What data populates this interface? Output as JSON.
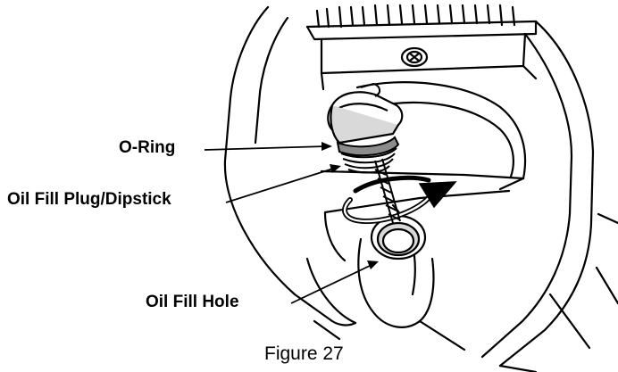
{
  "callouts": {
    "o_ring": "O-Ring",
    "oil_fill_plug_dipstick": "Oil Fill Plug/Dipstick",
    "oil_fill_hole": "Oil Fill Hole"
  },
  "caption": "Figure 27",
  "colors": {
    "line": "#000000",
    "fill": "#ffffff",
    "shade": "#d9d9d9",
    "dark_shade": "#8c8c8c"
  },
  "icons": [
    "rotation-arrow-icon",
    "screw-head-icon"
  ]
}
